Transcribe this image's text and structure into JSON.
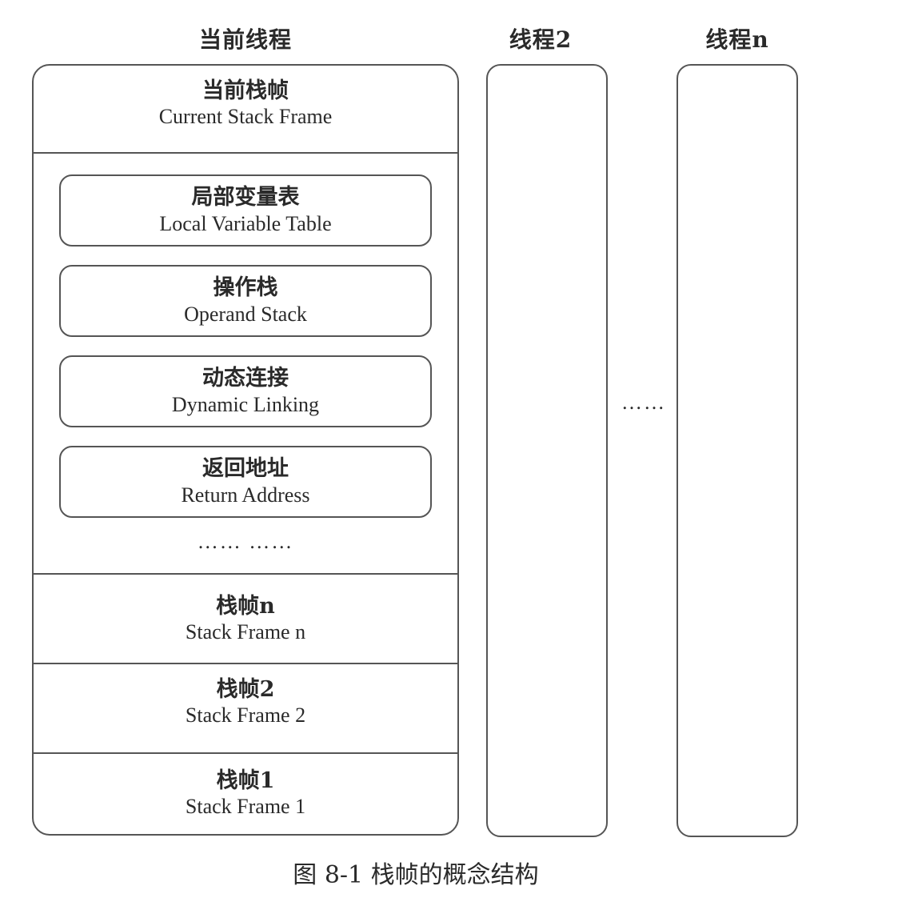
{
  "current_thread": {
    "title": "当前线程",
    "current_frame": {
      "zh": "当前栈帧",
      "en": "Current Stack Frame"
    },
    "components": [
      {
        "zh": "局部变量表",
        "en": "Local Variable Table"
      },
      {
        "zh": "操作栈",
        "en": "Operand Stack"
      },
      {
        "zh": "动态连接",
        "en": "Dynamic Linking"
      },
      {
        "zh": "返回地址",
        "en": "Return Address"
      }
    ],
    "inner_ellipsis": "……  ……",
    "frames": [
      {
        "zh": "栈帧n",
        "en": "Stack Frame n"
      },
      {
        "zh": "栈帧2",
        "en": "Stack Frame 2"
      },
      {
        "zh": "栈帧1",
        "en": "Stack Frame 1"
      }
    ]
  },
  "thread2": {
    "title": "线程2"
  },
  "threadn": {
    "title": "线程n"
  },
  "between_ellipsis": "……",
  "caption": "图 8-1    栈帧的概念结构"
}
